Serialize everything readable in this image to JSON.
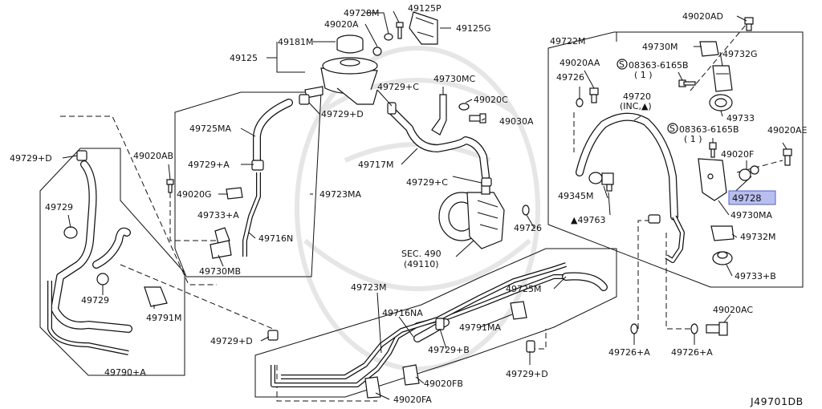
{
  "diagram_id": "J49701DB",
  "highlighted_part": "49728",
  "labels": {
    "p49728M": "49728M",
    "p49125P": "49125P",
    "p49020A": "49020A",
    "p49125G": "49125G",
    "p49181M": "49181M",
    "p49125": "49125",
    "p49729C_top": "49729+C",
    "p49730MC": "49730MC",
    "p49020C": "49020C",
    "p49729D_top": "49729+D",
    "p49030A": "49030A",
    "p49725MA": "49725MA",
    "p49717M": "49717M",
    "p49729A": "49729+A",
    "p49020G": "49020G",
    "p49723MA": "49723MA",
    "p49733A": "49733+A",
    "p49716N": "49716N",
    "p49730MB": "49730MB",
    "p49020AB": "49020AB",
    "p49729D_left": "49729+D",
    "p49729_a": "49729",
    "p49729_b": "49729",
    "p49791M": "49791M",
    "p49790A": "49790+A",
    "p49729D_low": "49729+D",
    "p49723M": "49723M",
    "p49716NA": "49716NA",
    "p49729C_mid": "49729+C",
    "p49726_mid": "49726",
    "sec490": "SEC. 490",
    "sec490b": "(49110)",
    "p49725M": "49725M",
    "p49791MA": "49791MA",
    "p49729B": "49729+B",
    "p49729D_bot": "49729+D",
    "p49020FB": "49020FB",
    "p49020FA": "49020FA",
    "p49020AD": "49020AD",
    "p49722M": "49722M",
    "p49730M": "49730M",
    "p49020AA": "49020AA",
    "p49732G": "49732G",
    "bolt1": "08363-6165B",
    "bolt1q": "( 1 )",
    "p49726_r": "49726",
    "p49720": "49720",
    "p49720inc": "(INC,▲)",
    "p49733": "49733",
    "bolt2": "08363-6165B",
    "bolt2q": "( 1 )",
    "p49020AE": "49020AE",
    "p49020F": "49020F",
    "p49345M": "49345M",
    "p49728": "49728",
    "p49763": "▲49763",
    "p49730MA": "49730MA",
    "p49732M": "49732M",
    "p49733B": "49733+B",
    "p49020AC": "49020AC",
    "p49726A_1": "49726+A",
    "p49726A_2": "49726+A",
    "s_mark": "S"
  }
}
